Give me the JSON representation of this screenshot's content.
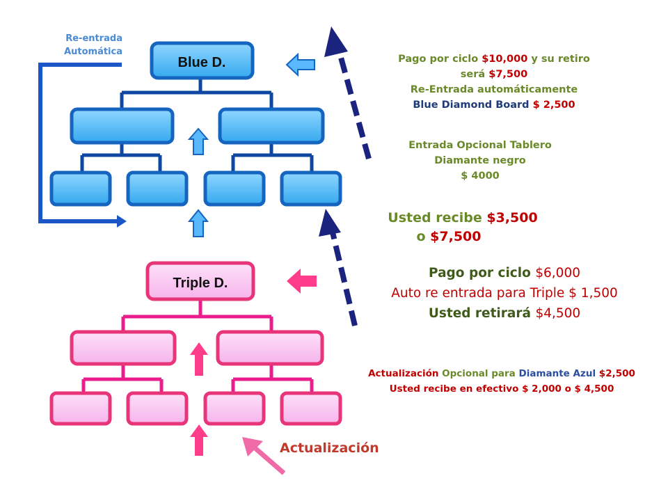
{
  "colors": {
    "blue_box": "#4db8f5",
    "blue_border": "#1565c0",
    "pink_box": "#f9c0f0",
    "pink_border": "#e8357a",
    "navy_arrow": "#1a237e",
    "connector_blue": "#0d47a1",
    "connector_pink": "#e91e8c"
  },
  "reentry_label": {
    "line1": "Re-entrada",
    "line2": "Automática"
  },
  "blue_board": {
    "title": "Blue D."
  },
  "triple_board": {
    "title": "Triple D."
  },
  "blue_info": {
    "line1_a": "Pago por ciclo ",
    "line1_b": "$10,000",
    "line1_c": " y su retiro",
    "line2_a": "será ",
    "line2_b": "$7,500",
    "line3": "Re-Entrada automáticamente",
    "line4_a": "Blue Diamond   Board ",
    "line4_b": "$ 2,500"
  },
  "black_option": {
    "line1": "Entrada Opcional Tablero",
    "line2": "Diamante negro",
    "line3": "$ 4000"
  },
  "receive": {
    "line1_a": "Usted recibe ",
    "line1_b": "$3,500",
    "line2_a": "o ",
    "line2_b": "$7,500"
  },
  "triple_info": {
    "line1_a": "Pago por ciclo ",
    "line1_b": "$6,000",
    "line2": "Auto re entrada para Triple $ 1,500",
    "line3_a": "Usted retirará ",
    "line3_b": "$4,500"
  },
  "upgrade_info": {
    "line1_a": "Actualización ",
    "line1_b": "Opcional para ",
    "line1_c": "Diamante Azul ",
    "line1_d": "$2,500",
    "line2": "Usted recibe en efectivo $ 2,000 o $ 4,500"
  },
  "upgrade_label": "Actualización"
}
